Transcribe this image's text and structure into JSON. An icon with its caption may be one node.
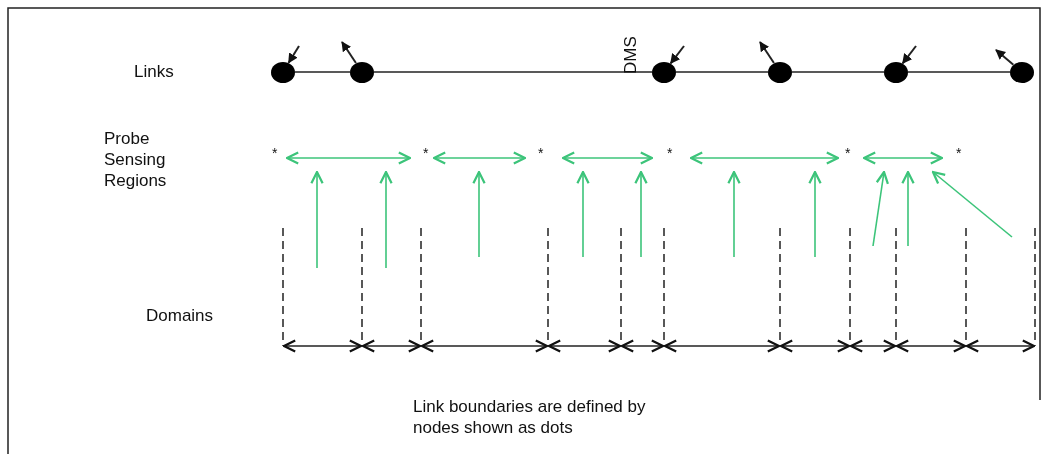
{
  "diagram": {
    "caption": "Link boundaries are defined by nodes shown as dots",
    "nodes": [
      {
        "text": [],
        "shape": "circle"
      },
      {
        "text": [],
        "shape": "circle"
      },
      {
        "text": [],
        "shape": "circle"
      },
      {
        "text": [],
        "shape": "circle"
      },
      {
        "text": [],
        "shape": "circle"
      },
      {
        "text": [],
        "shape": "circle"
      }
    ],
    "edges": [
      {
        "from": 0,
        "to": 1,
        "arrow": "none"
      },
      {
        "from": 1,
        "to": 2,
        "arrow": "none"
      },
      {
        "from": 2,
        "to": 3,
        "arrow": "none"
      },
      {
        "from": 3,
        "to": 4,
        "arrow": "none"
      },
      {
        "from": 4,
        "to": 5,
        "arrow": "none"
      },
      {
        "from": null,
        "to": 0,
        "arrow": "to"
      },
      {
        "from": 1,
        "to": null,
        "arrow": "to"
      },
      {
        "from": null,
        "to": 2,
        "arrow": "to"
      },
      {
        "from": 3,
        "to": null,
        "arrow": "to"
      },
      {
        "from": null,
        "to": 4,
        "arrow": "to"
      },
      {
        "from": 5,
        "to": null,
        "arrow": "to"
      }
    ],
    "labels": [
      "DMS",
      "Links",
      "Probe Sensing Regions",
      "*",
      "*",
      "*",
      "*",
      "*",
      "*",
      "Domains"
    ]
  }
}
